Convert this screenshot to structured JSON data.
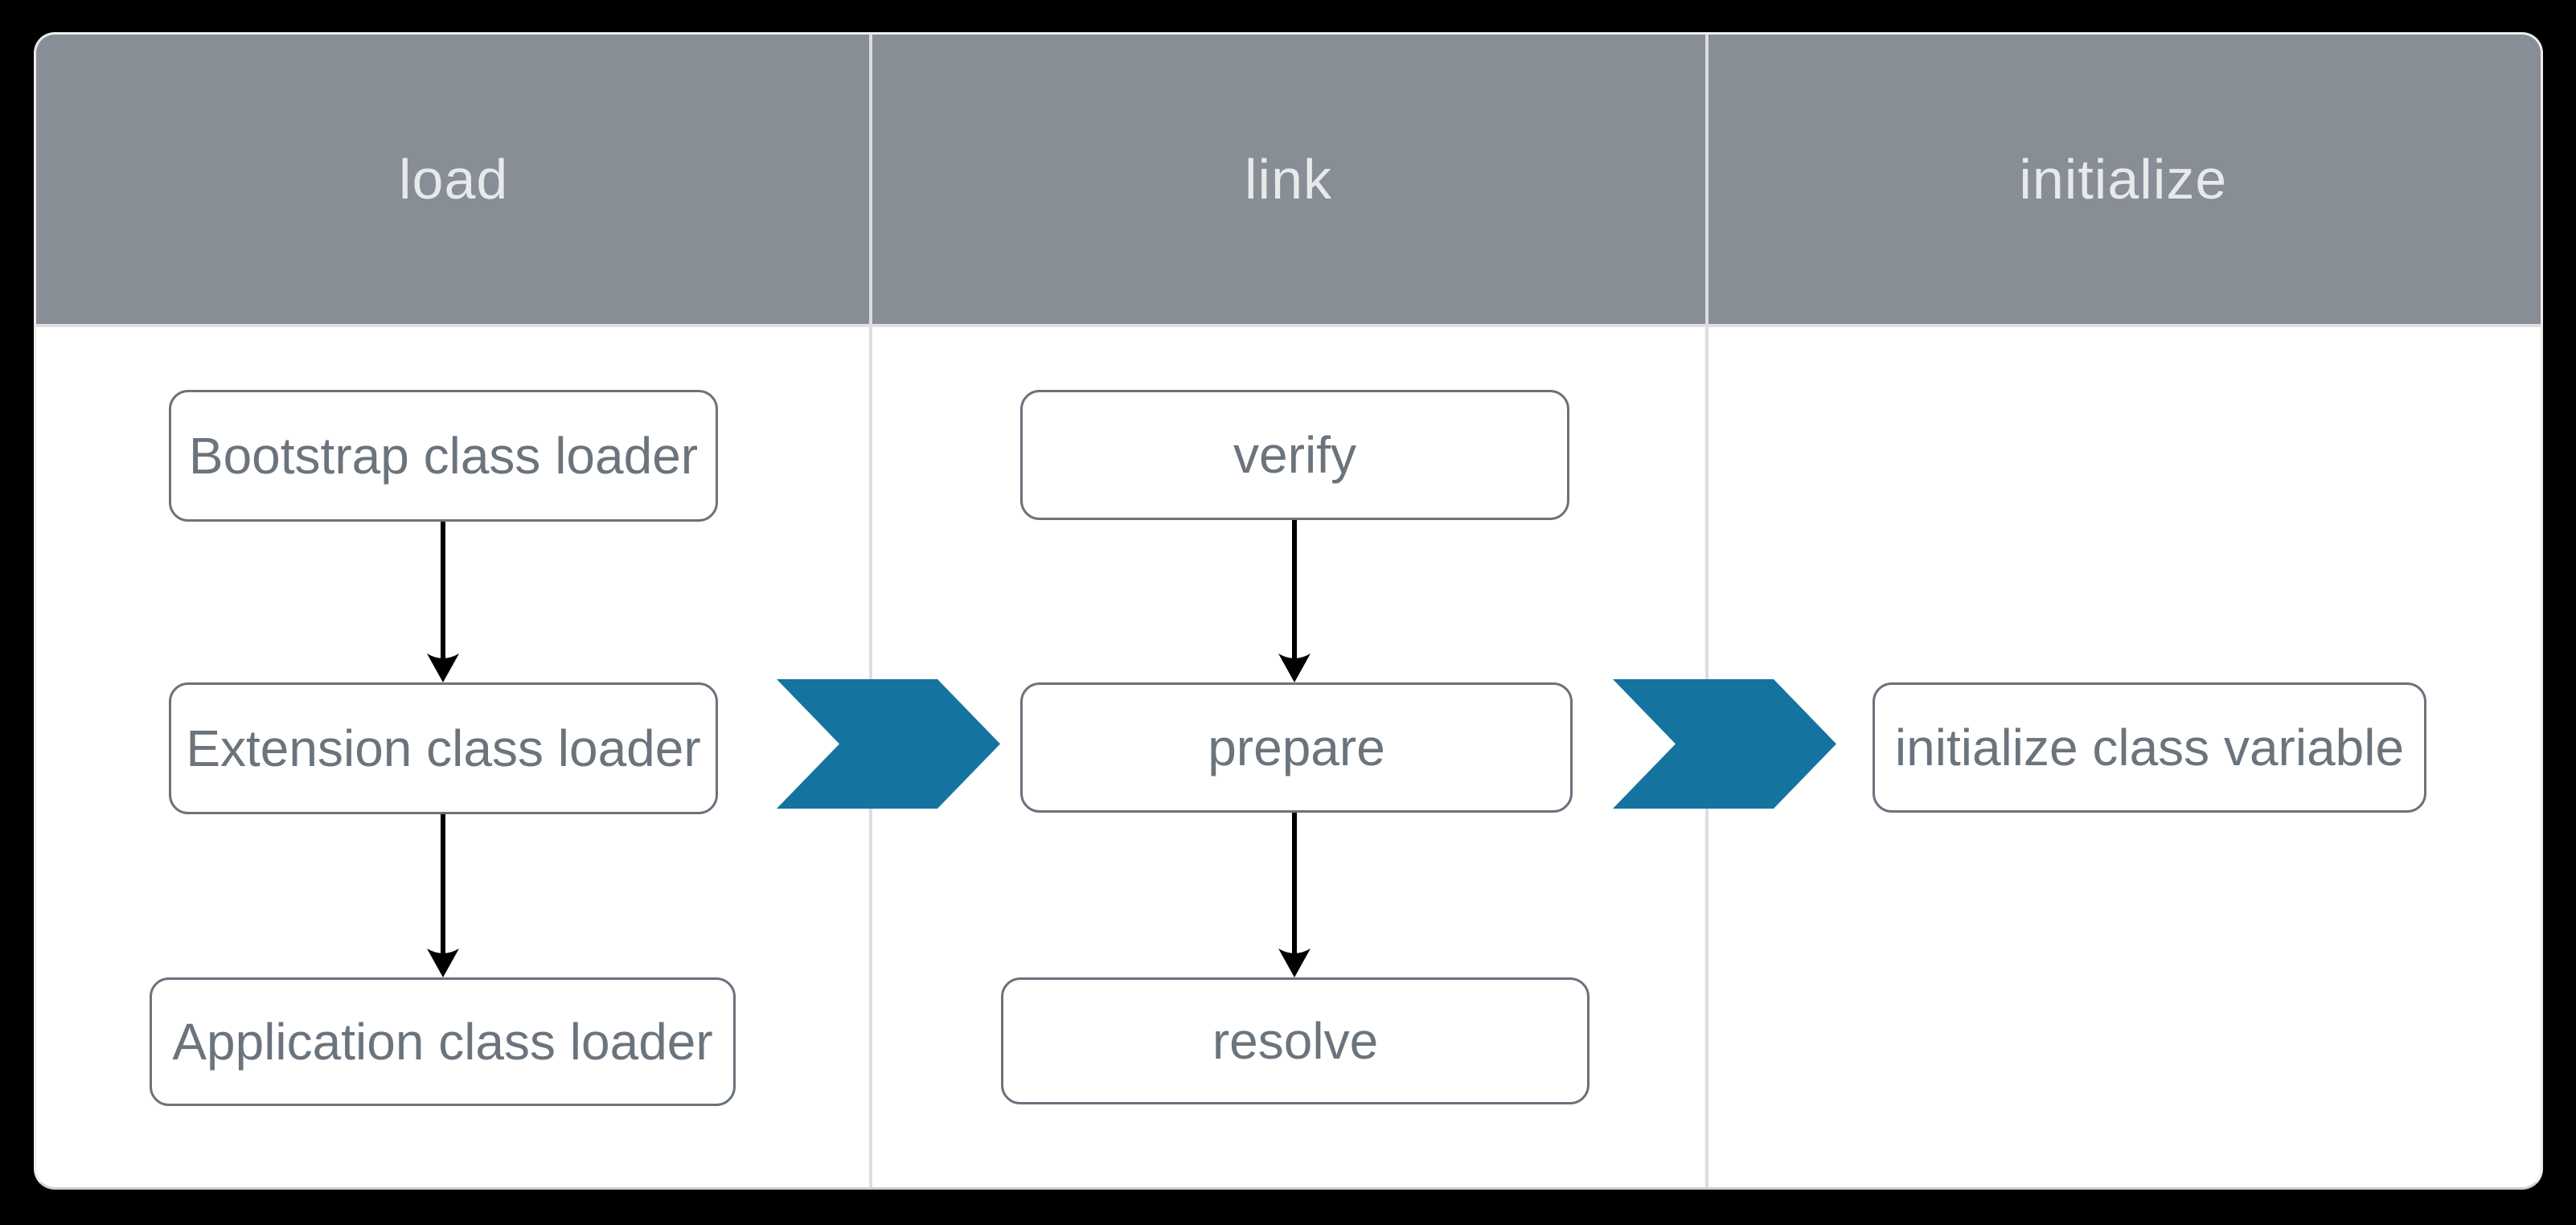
{
  "diagram": {
    "columns": [
      {
        "id": "load",
        "header": "load",
        "nodes": [
          "Bootstrap class loader",
          "Extension class loader",
          "Application class loader"
        ]
      },
      {
        "id": "link",
        "header": "link",
        "nodes": [
          "verify",
          "prepare",
          "resolve"
        ]
      },
      {
        "id": "initialize",
        "header": "initialize",
        "nodes": [
          "initialize class variable"
        ]
      }
    ],
    "connections": [
      {
        "from": "Bootstrap class loader",
        "to": "Extension class loader",
        "type": "arrow-down"
      },
      {
        "from": "Extension class loader",
        "to": "Application class loader",
        "type": "arrow-down"
      },
      {
        "from": "verify",
        "to": "prepare",
        "type": "arrow-down"
      },
      {
        "from": "prepare",
        "to": "resolve",
        "type": "arrow-down"
      },
      {
        "from": "load",
        "to": "link",
        "type": "chevron-right"
      },
      {
        "from": "link",
        "to": "initialize",
        "type": "chevron-right"
      }
    ],
    "icons": {
      "flow": "arrow-down-icon",
      "stage_transition": "chevron-right-icon"
    },
    "colors": {
      "canvas_bg": "#000000",
      "panel_bg": "#ffffff",
      "header_bg": "#888e96",
      "header_text": "#e7e9ea",
      "divider": "#dcdddf",
      "node_border": "#6a737c",
      "node_text": "#6b747d",
      "arrow": "#000000",
      "chevron": "#15739f"
    }
  }
}
